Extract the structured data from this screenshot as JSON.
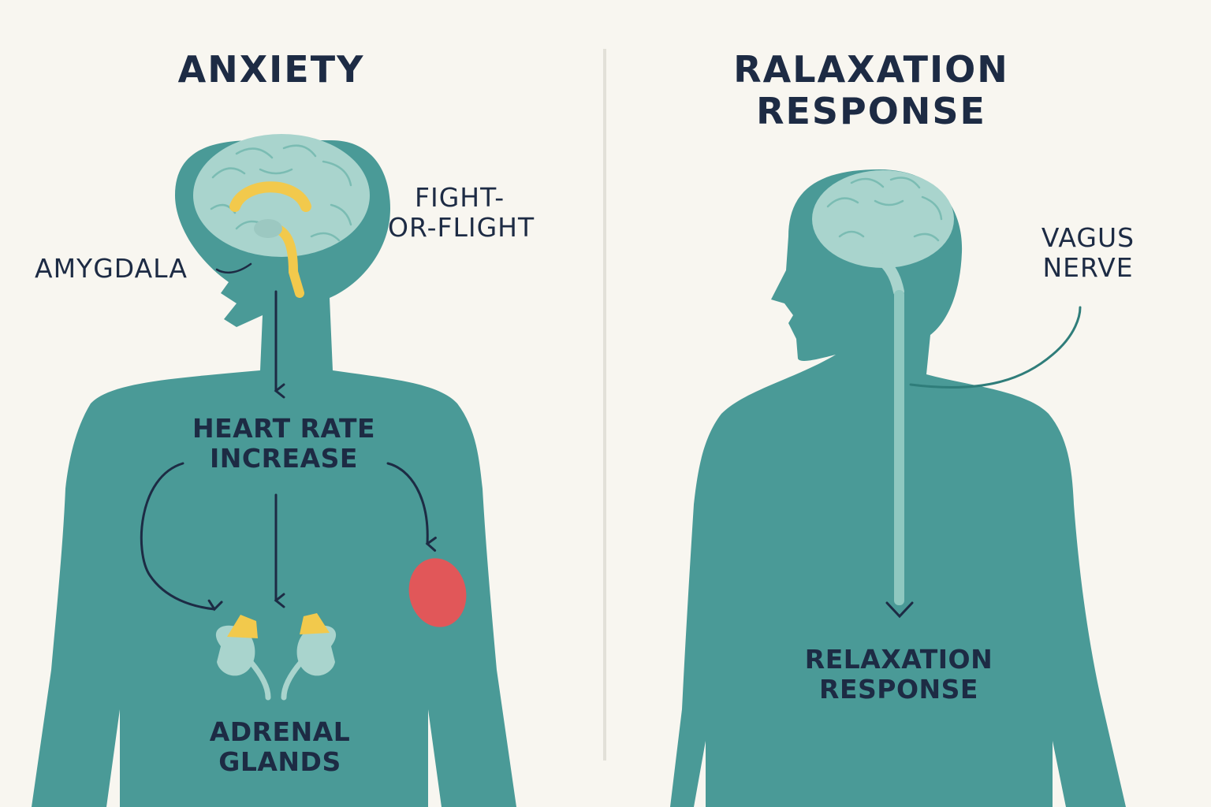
{
  "anxiety": {
    "title": "ANXIETY",
    "amygdala": "AMYGDALA",
    "fight_line1": "FIGHT-",
    "fight_line2": "OR-FLIGHT",
    "heart_line1": "HEART RATE",
    "heart_line2": "INCREASE",
    "adrenal_line1": "ADRENAL",
    "adrenal_line2": "GLANDS"
  },
  "relaxation": {
    "title_line1": "RALAXATION",
    "title_line2": "RESPONSE",
    "vagus_line1": "VAGUS",
    "vagus_line2": "NERVE",
    "body_line1": "RELAXATION",
    "body_line2": "RESPONSE"
  },
  "colors": {
    "background": "#f8f6f0",
    "body": "#4a9a97",
    "brain": "#a9d4cd",
    "limbic": "#f2c94c",
    "muscle": "#e15759",
    "text": "#1d2b44"
  }
}
